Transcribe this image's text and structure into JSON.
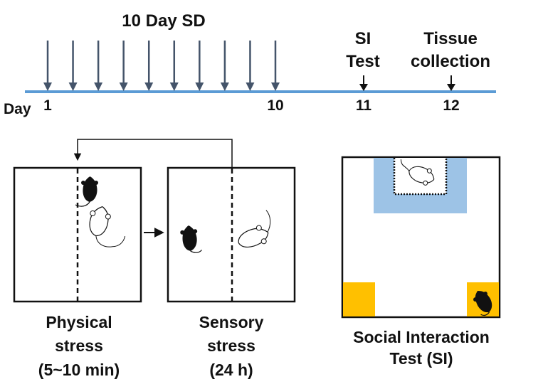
{
  "timeline": {
    "title": "10 Day SD",
    "day_prefix": "Day",
    "day_labels": [
      "1",
      "10",
      "11",
      "12"
    ],
    "events": [
      {
        "lines": [
          "SI",
          "Test"
        ]
      },
      {
        "lines": [
          "Tissue",
          "collection"
        ]
      }
    ]
  },
  "panels": {
    "physical": {
      "caption": [
        "Physical",
        "stress",
        "(5~10 min)"
      ]
    },
    "sensory": {
      "caption": [
        "Sensory",
        "stress",
        "(24 h)"
      ]
    },
    "si": {
      "caption": [
        "Social Interaction",
        "Test (SI)"
      ]
    }
  },
  "colors": {
    "timeline": "#5b9bd5",
    "arrow": "#44546a",
    "interaction_zone": "#9dc3e6",
    "corner_zone": "#ffc000"
  },
  "icons": [
    "black-mouse-icon",
    "white-mouse-icon"
  ]
}
